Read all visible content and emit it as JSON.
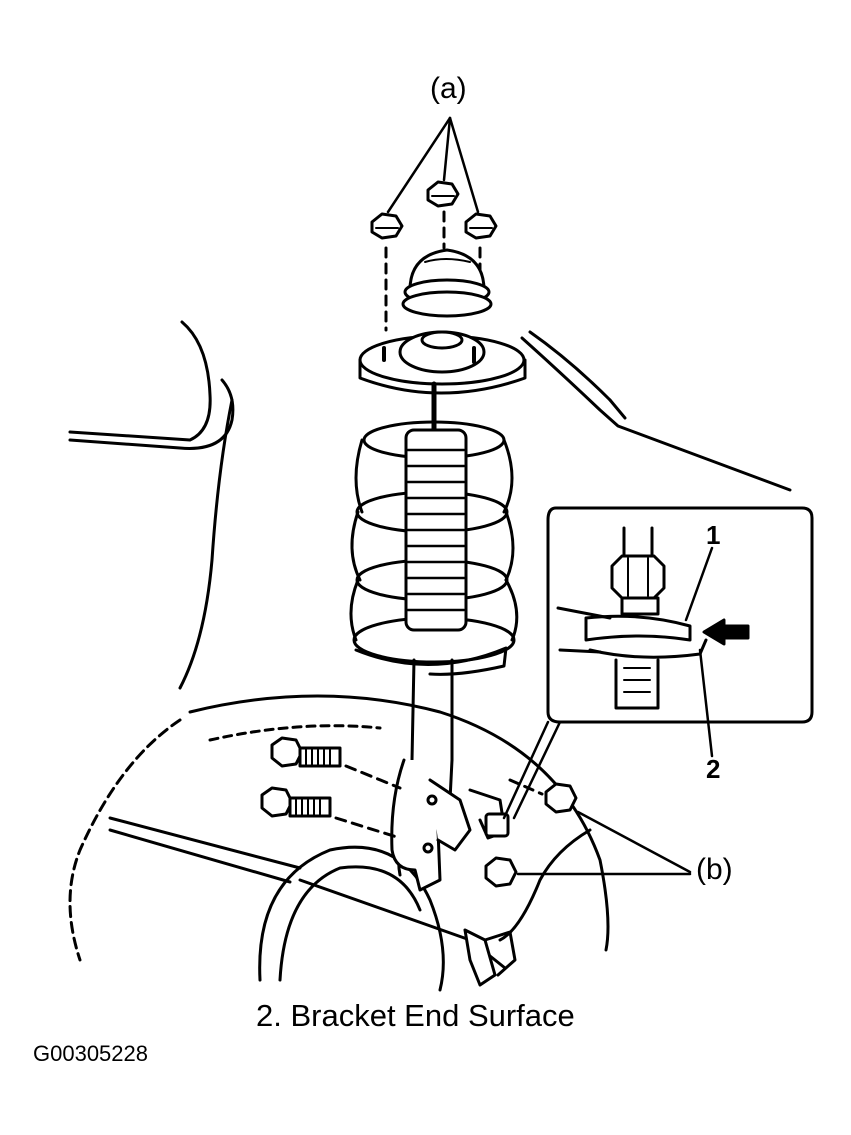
{
  "labels": {
    "a": "(a)",
    "b": "(b)",
    "one": "1",
    "two": "2"
  },
  "caption": "2. Bracket End Surface",
  "figure_id": "G00305228"
}
